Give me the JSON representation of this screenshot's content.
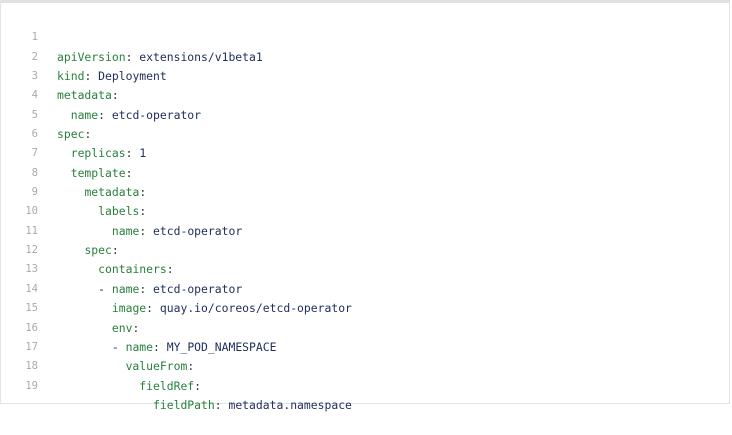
{
  "colors": {
    "key": "#28813c",
    "value": "#1f2c5c",
    "gutter": "#a7aab0"
  },
  "lines": [
    {
      "num": "1",
      "indent": "",
      "dash": "",
      "key": "apiVersion",
      "value": "extensions/v1beta1"
    },
    {
      "num": "2",
      "indent": "",
      "dash": "",
      "key": "kind",
      "value": "Deployment"
    },
    {
      "num": "3",
      "indent": "",
      "dash": "",
      "key": "metadata",
      "value": ""
    },
    {
      "num": "4",
      "indent": "  ",
      "dash": "",
      "key": "name",
      "value": "etcd-operator"
    },
    {
      "num": "5",
      "indent": "",
      "dash": "",
      "key": "spec",
      "value": ""
    },
    {
      "num": "6",
      "indent": "  ",
      "dash": "",
      "key": "replicas",
      "value": "1"
    },
    {
      "num": "7",
      "indent": "  ",
      "dash": "",
      "key": "template",
      "value": ""
    },
    {
      "num": "8",
      "indent": "    ",
      "dash": "",
      "key": "metadata",
      "value": ""
    },
    {
      "num": "9",
      "indent": "      ",
      "dash": "",
      "key": "labels",
      "value": ""
    },
    {
      "num": "10",
      "indent": "        ",
      "dash": "",
      "key": "name",
      "value": "etcd-operator"
    },
    {
      "num": "11",
      "indent": "    ",
      "dash": "",
      "key": "spec",
      "value": ""
    },
    {
      "num": "12",
      "indent": "      ",
      "dash": "",
      "key": "containers",
      "value": ""
    },
    {
      "num": "13",
      "indent": "      ",
      "dash": "- ",
      "key": "name",
      "value": "etcd-operator"
    },
    {
      "num": "14",
      "indent": "        ",
      "dash": "",
      "key": "image",
      "value": "quay.io/coreos/etcd-operator"
    },
    {
      "num": "15",
      "indent": "        ",
      "dash": "",
      "key": "env",
      "value": ""
    },
    {
      "num": "16",
      "indent": "        ",
      "dash": "- ",
      "key": "name",
      "value": "MY_POD_NAMESPACE"
    },
    {
      "num": "17",
      "indent": "          ",
      "dash": "",
      "key": "valueFrom",
      "value": ""
    },
    {
      "num": "18",
      "indent": "            ",
      "dash": "",
      "key": "fieldRef",
      "value": ""
    },
    {
      "num": "19",
      "indent": "              ",
      "dash": "",
      "key": "fieldPath",
      "value": "metadata.namespace"
    }
  ]
}
